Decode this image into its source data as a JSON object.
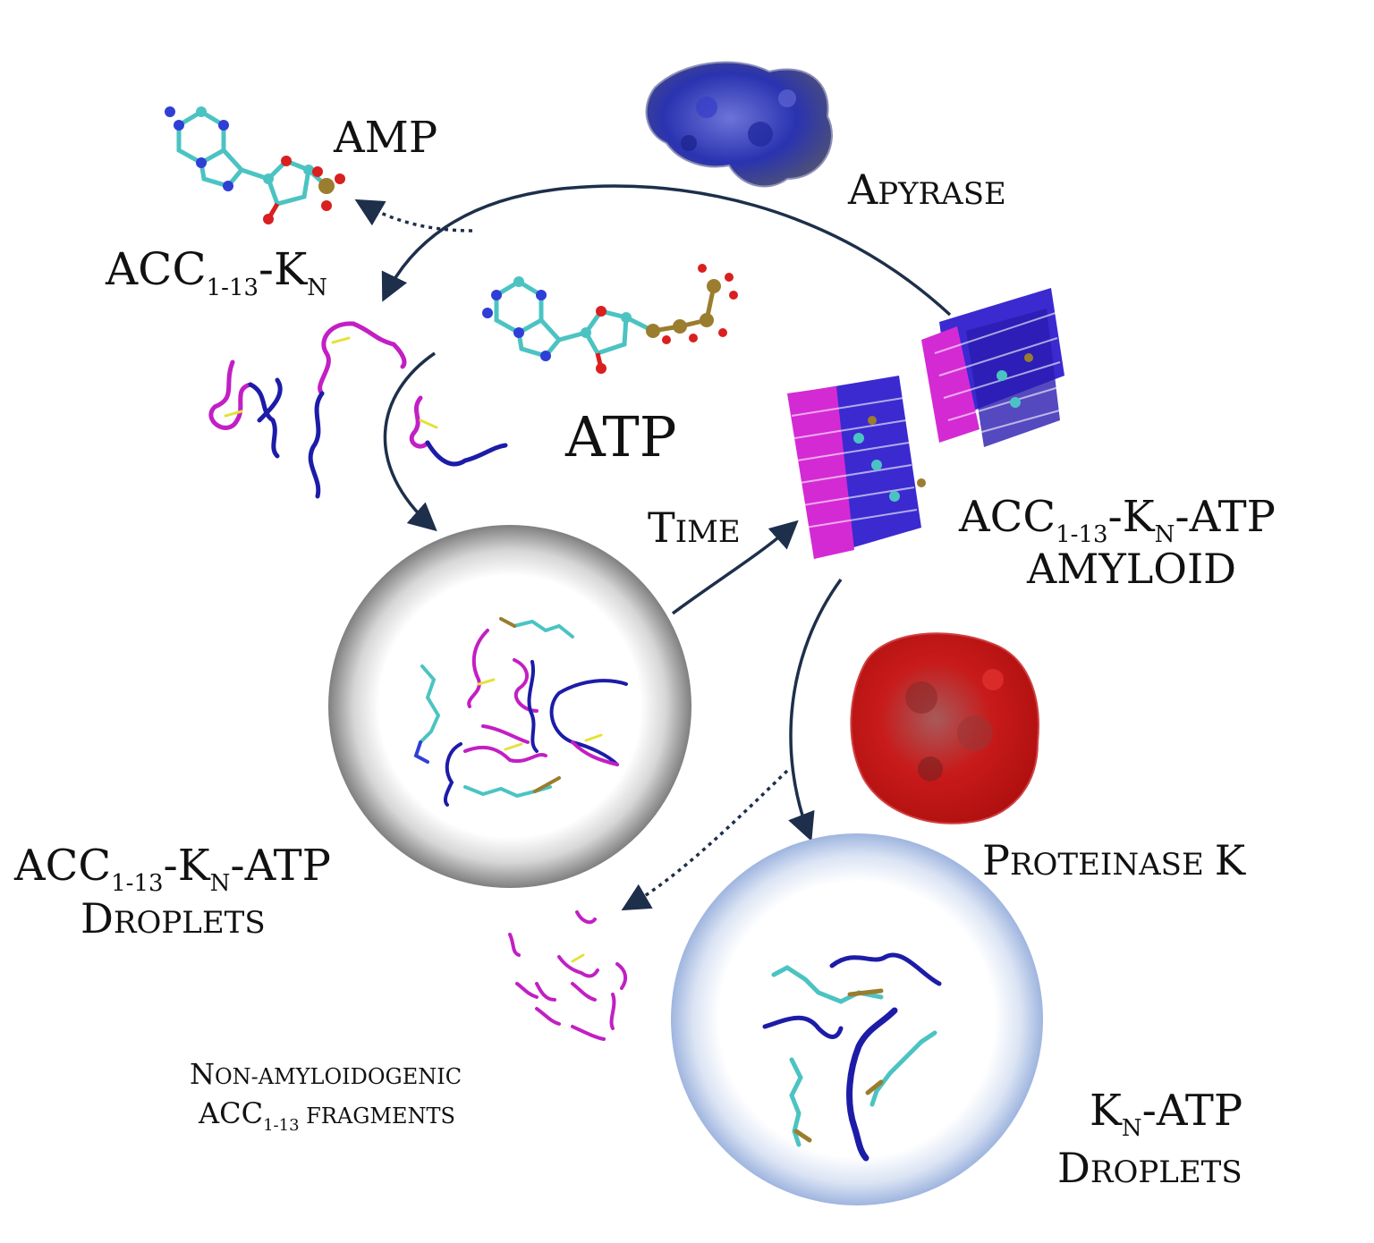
{
  "labels": {
    "amp": "AMP",
    "apyrase": {
      "first": "A",
      "rest": "PYRASE"
    },
    "acc_kn": {
      "main": "ACC",
      "sub": "1-13",
      "mid": "-K",
      "sub2": "N"
    },
    "atp": "ATP",
    "time": {
      "first": "T",
      "rest": "IME"
    },
    "amyloid": {
      "main": "ACC",
      "sub": "1-13",
      "mid": "-K",
      "sub2": "N",
      "end": "-ATP",
      "line2": "AMYLOID"
    },
    "acc_droplets": {
      "main": "ACC",
      "sub": "1-13",
      "mid": "-K",
      "sub2": "N",
      "end": "-ATP",
      "line2_first": "D",
      "line2_rest": "ROPLETS"
    },
    "proteinase": {
      "first": "P",
      "rest": "ROTEINASE",
      "k": "K"
    },
    "fragments": {
      "line1_first": "N",
      "line1_rest": "ON-AMYLOIDOGENIC",
      "line2_main": "ACC",
      "line2_sub": "1-13",
      "line2_end": " FRAGMENTS"
    },
    "kn_droplets": {
      "main": "K",
      "sub": "N",
      "end": "-ATP",
      "line2_first": "D",
      "line2_rest": "ROPLETS"
    }
  },
  "colors": {
    "arrow": "#1d2f4a",
    "peptide_magenta": "#c21fc4",
    "peptide_blue": "#1c1ca8",
    "disulfide": "#e4e23a",
    "atom_carbon": "#4cc3c3",
    "atom_nitrogen": "#2f3fd6",
    "atom_oxygen": "#d91f1f",
    "atom_phosphorus": "#9a7d2e",
    "apyrase": "#2a33b0",
    "proteinase_k": "#c81a1a",
    "droplet_grey": "#8c8c8c",
    "droplet_blue": "#a9bde0"
  }
}
